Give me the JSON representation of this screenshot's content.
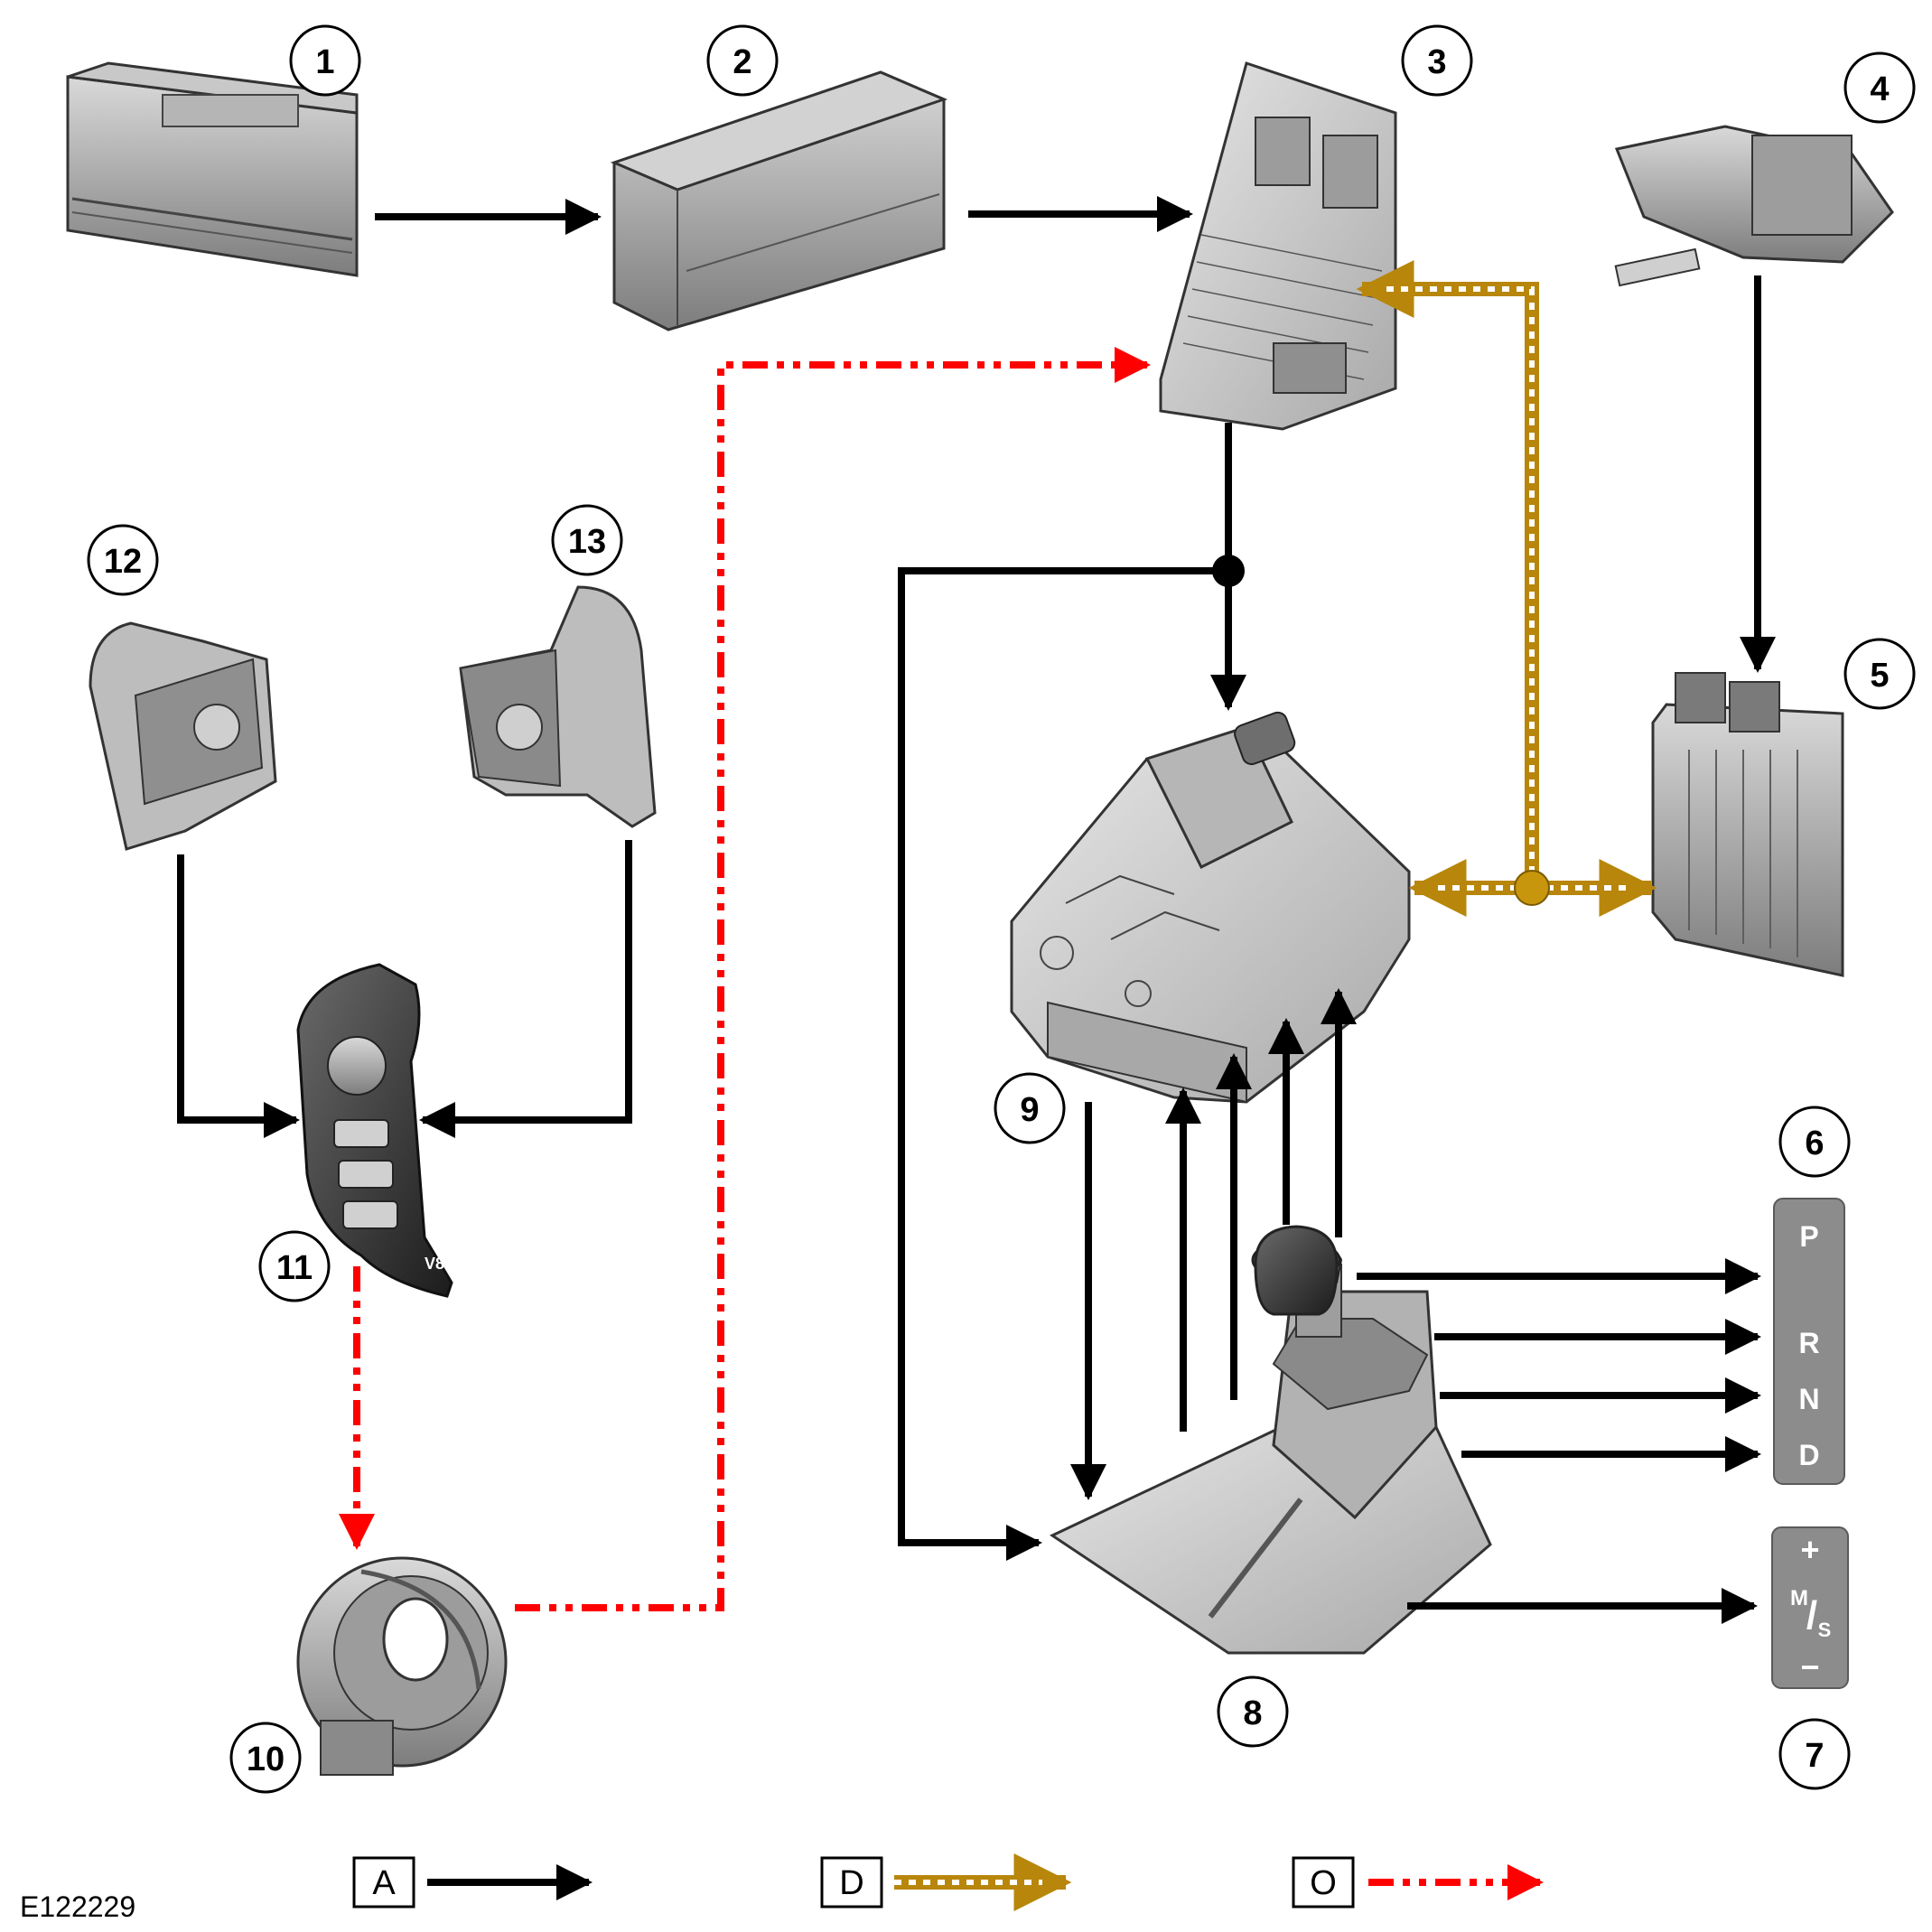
{
  "figure_id": "E122229",
  "callouts": [
    "1",
    "2",
    "3",
    "4",
    "5",
    "6",
    "7",
    "8",
    "9",
    "10",
    "11",
    "12",
    "13"
  ],
  "selector_gate": {
    "park": "P",
    "reverse": "R",
    "neutral": "N",
    "drive": "D"
  },
  "manual_gate": {
    "plus": "+",
    "m": "M",
    "slash": "/",
    "s": "S",
    "minus": "−"
  },
  "switchpack": {
    "badge": "V8"
  },
  "legend": [
    {
      "letter": "A",
      "style": "solid",
      "color": "#000000"
    },
    {
      "letter": "D",
      "style": "dashed-gold",
      "color": "#b8860b"
    },
    {
      "letter": "O",
      "style": "dash-dot-dot",
      "color": "#ff0000"
    }
  ],
  "colors": {
    "hardwired": "#000000",
    "lin_bus": "#b8860b",
    "can_bus": "#ff0000",
    "component_grey": "#9a9a9a",
    "selector_grey": "#8c8c8c"
  }
}
